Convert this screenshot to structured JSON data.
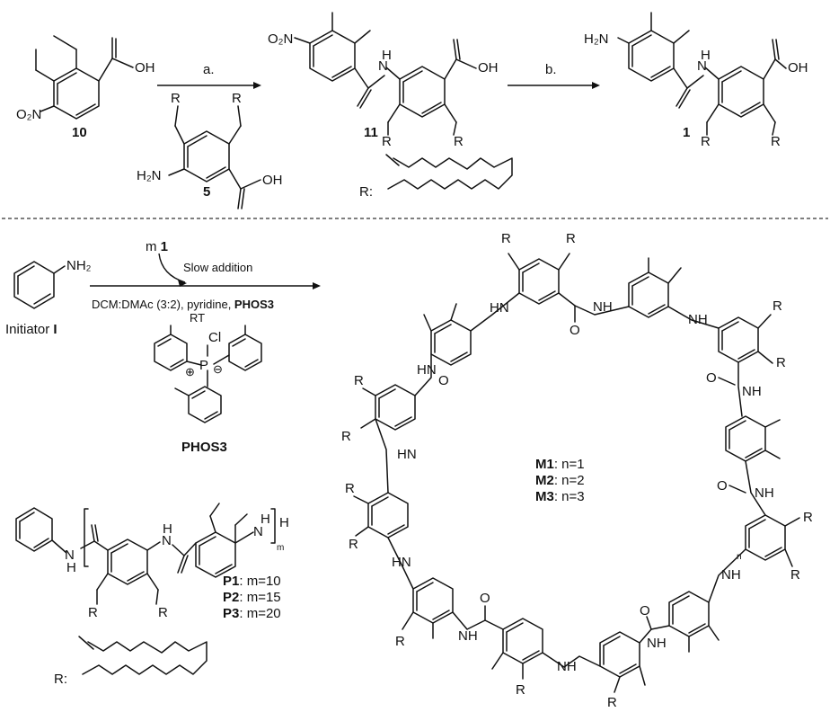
{
  "top": {
    "c10": {
      "label": "10",
      "no2": "O₂N",
      "oh": "OH"
    },
    "step_a": "a.",
    "step_b": "b.",
    "c5": {
      "label": "5",
      "h2n": "H₂N",
      "oh": "OH",
      "r": "R"
    },
    "c11": {
      "label": "11",
      "no2": "O₂N",
      "nh": "H",
      "nh_n": "N",
      "oh": "OH",
      "r": "R"
    },
    "c1": {
      "label": "1",
      "h2n": "H₂N",
      "nh": "H",
      "nh_n": "N",
      "oh": "OH",
      "r": "R"
    },
    "r_def_label": "R:"
  },
  "bottom": {
    "initiator": {
      "nh2": "NH₂",
      "label_prefix": "Initiator ",
      "label_bold": "I"
    },
    "reagent_prefix": "m ",
    "reagent_bold": "1",
    "slow": "Slow addition",
    "conditions_prefix": "DCM:DMAc (3:2), pyridine, ",
    "conditions_bold": "PHOS3",
    "rt": "RT",
    "phos3": {
      "label": "PHOS3",
      "cl": "Cl",
      "p": "P",
      "plus": "⊕",
      "minus": "⊖"
    },
    "polymers": [
      {
        "name": "P1",
        "value": ": m=10"
      },
      {
        "name": "P2",
        "value": ": m=15"
      },
      {
        "name": "P3",
        "value": ": m=20"
      }
    ],
    "poly": {
      "n": "N",
      "h": "H",
      "m": "m",
      "r": "R"
    },
    "macrocycles": [
      {
        "name": "M1",
        "value": ": n=1"
      },
      {
        "name": "M2",
        "value": ": n=2"
      },
      {
        "name": "M3",
        "value": ": n=3"
      }
    ],
    "macro": {
      "nh": "NH",
      "hn": "HN",
      "o": "O",
      "r": "R",
      "n": "n"
    },
    "r_def_label": "R:"
  }
}
